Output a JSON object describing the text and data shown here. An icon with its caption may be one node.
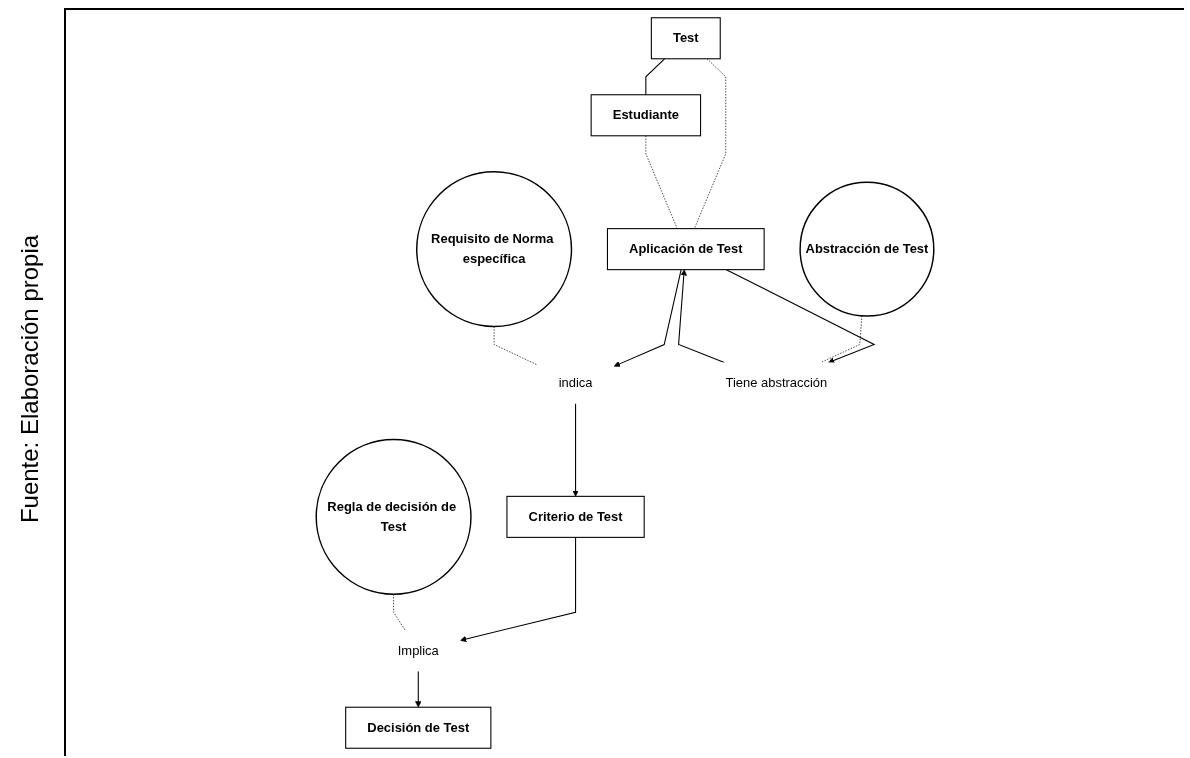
{
  "diagram": {
    "nodes": [
      {
        "text": [
          "Test"
        ]
      },
      {
        "text": [
          "Estudiante"
        ]
      },
      {
        "text": [
          "Aplicación de Test"
        ]
      },
      {
        "text": [
          "Requisito de Norma específica"
        ]
      },
      {
        "text": [
          "indica"
        ]
      },
      {
        "text": [
          "Criterio de Test"
        ]
      },
      {
        "text": [
          "Tiene abstracción"
        ]
      },
      {
        "text": [
          "Abstracción de Test"
        ]
      },
      {
        "text": [
          "Regla de decisión de Test"
        ]
      },
      {
        "text": [
          "Implica"
        ]
      },
      {
        "text": [
          "Decisión de Test"
        ]
      }
    ],
    "edges": [
      {
        "from": 0,
        "to": 1,
        "arrow": "none"
      },
      {
        "from": 0,
        "to": 2,
        "arrow": "none",
        "style": "dashed"
      },
      {
        "from": 1,
        "to": 2,
        "arrow": "none",
        "style": "dashed"
      },
      {
        "from": 2,
        "to": 4,
        "arrow": "to"
      },
      {
        "from": 3,
        "to": 4,
        "arrow": "none",
        "style": "dashed"
      },
      {
        "from": 4,
        "to": 5,
        "arrow": "to"
      },
      {
        "from": 2,
        "to": 6,
        "arrow": "to"
      },
      {
        "from": 6,
        "to": 2,
        "arrow": "to"
      },
      {
        "from": 7,
        "to": 6,
        "arrow": "none",
        "style": "dashed"
      },
      {
        "from": 5,
        "to": 9,
        "arrow": "to"
      },
      {
        "from": 8,
        "to": 9,
        "arrow": "none",
        "style": "dashed"
      },
      {
        "from": 9,
        "to": 10,
        "arrow": "to"
      }
    ],
    "labels": [
      "Fuente: Elaboración propia"
    ]
  }
}
